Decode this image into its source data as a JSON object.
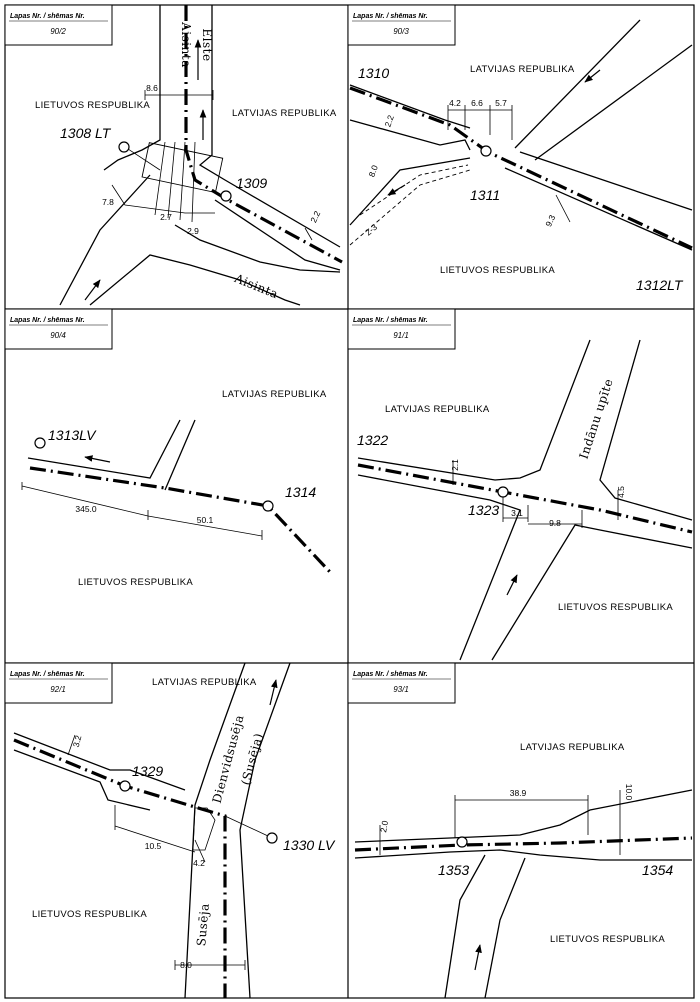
{
  "panels": [
    {
      "sheet_label": "Lapas Nr. / shēmas Nr.",
      "sheet_value": "90/2",
      "countries": [
        "LIETUVOS RESPUBLIKA",
        "LATVIJAS REPUBLIKA"
      ],
      "points": [
        "1308 LT",
        "1309"
      ],
      "rivers": [
        "Aisinta",
        "Elste",
        "Aisinta"
      ],
      "dimensions": [
        "8.6",
        "7.8",
        "2.7",
        "2.9",
        "2.2"
      ]
    },
    {
      "sheet_label": "Lapas Nr. / shēmas Nr.",
      "sheet_value": "90/3",
      "countries": [
        "LATVIJAS REPUBLIKA",
        "LIETUVOS RESPUBLIKA"
      ],
      "points": [
        "1310",
        "1311",
        "1312LT"
      ],
      "rivers": [],
      "dimensions": [
        "4.2",
        "6.6",
        "5.7",
        "2.2",
        "8.0",
        "2-3",
        "9.3"
      ]
    },
    {
      "sheet_label": "Lapas Nr. / shēmas Nr.",
      "sheet_value": "90/4",
      "countries": [
        "LATVIJAS REPUBLIKA",
        "LIETUVOS RESPUBLIKA"
      ],
      "points": [
        "1313LV",
        "1314"
      ],
      "rivers": [],
      "dimensions": [
        "345.0",
        "50.1"
      ]
    },
    {
      "sheet_label": "Lapas Nr. / shēmas Nr.",
      "sheet_value": "91/1",
      "countries": [
        "LATVIJAS REPUBLIKA",
        "LIETUVOS RESPUBLIKA"
      ],
      "points": [
        "1322",
        "1323"
      ],
      "rivers": [
        "Indānu upīte"
      ],
      "dimensions": [
        "2.1",
        "3.1",
        "9.8",
        "4.5"
      ]
    },
    {
      "sheet_label": "Lapas Nr. / shēmas Nr.",
      "sheet_value": "92/1",
      "countries": [
        "LATVIJAS REPUBLIKA",
        "LIETUVOS RESPUBLIKA"
      ],
      "points": [
        "1329",
        "1330 LV"
      ],
      "rivers": [
        "Dienvidsusēja",
        "(Susēja)",
        "Susēja"
      ],
      "dimensions": [
        "3.2",
        "10.5",
        "4.2",
        "8.0"
      ]
    },
    {
      "sheet_label": "Lapas Nr. / shēmas Nr.",
      "sheet_value": "93/1",
      "countries": [
        "LATVIJAS REPUBLIKA",
        "LIETUVOS RESPUBLIKA"
      ],
      "points": [
        "1353",
        "1354"
      ],
      "rivers": [],
      "dimensions": [
        "38.9",
        "10.0",
        "2.0"
      ]
    }
  ]
}
